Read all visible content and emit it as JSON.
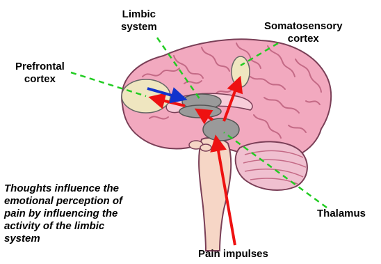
{
  "labels": {
    "limbic": [
      "Limbic",
      "system"
    ],
    "somatosensory": [
      "Somatosensory",
      "cortex"
    ],
    "prefrontal": [
      "Prefrontal",
      "cortex"
    ],
    "thalamus": "Thalamus",
    "pain": "Pain impulses"
  },
  "caption": [
    "Thoughts influence the",
    "emotional perception of",
    "pain by influencing the",
    "activity of the limbic",
    "system"
  ],
  "colors": {
    "brain": "#f2a9bf",
    "brain_outline": "#7a3f57",
    "gyri": "#c46a86",
    "cerebellum": "#f0c0d0",
    "stem": "#f6d6c6",
    "region_gray": "#9a9a9a",
    "region_pale": "#efe6c0",
    "pointer_green": "#22cc22",
    "arrow_red": "#ee1111",
    "arrow_blue": "#1133cc"
  }
}
